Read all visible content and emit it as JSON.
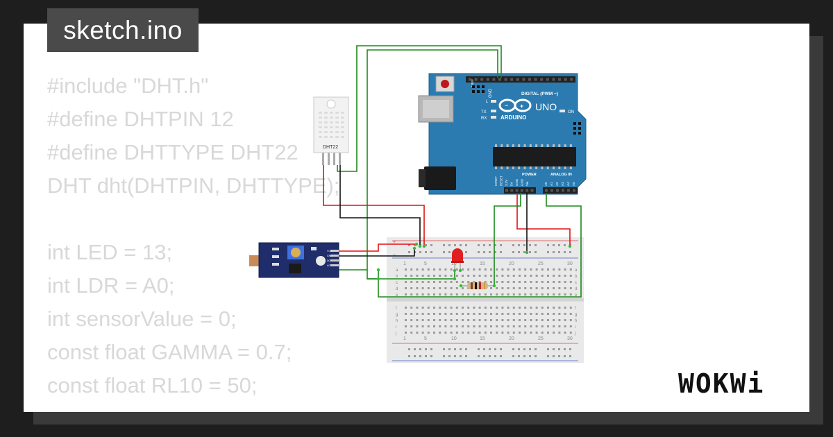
{
  "title": "sketch.ino",
  "code_lines": [
    "#include \"DHT.h\"",
    "#define DHTPIN 12",
    "#define DHTTYPE DHT22",
    "DHT dht(DHTPIN, DHTTYPE);",
    "",
    "int LED = 13;",
    "int LDR = A0;",
    "int sensorValue = 0;",
    "const float GAMMA = 0.7;",
    "const float RL10 = 50;"
  ],
  "sensor": {
    "label": "DHT22"
  },
  "arduino": {
    "model": "UNO",
    "brand": "ARDUINO",
    "digital_header": "DIGITAL (PWM ~)",
    "power_header": "POWER",
    "analog_header": "ANALOG IN",
    "led_labels": [
      "L",
      "TX",
      "RX"
    ],
    "on_label": "ON",
    "top_pins": [
      "AREF",
      "GND",
      "13",
      "12",
      "~11",
      "~10",
      "~9",
      "8",
      "7",
      "~6",
      "~5",
      "4",
      "~3",
      "2",
      "TX 1",
      "RX 0"
    ],
    "power_pins": [
      "IOREF",
      "RESET",
      "3.3V",
      "5V",
      "GND",
      "GND",
      "Vin"
    ],
    "analog_pins": [
      "A0",
      "A1",
      "A2",
      "A3",
      "A4",
      "A5"
    ]
  },
  "breadboard": {
    "column_numbers": [
      "1",
      "5",
      "10",
      "15",
      "20",
      "25",
      "30"
    ],
    "rows_top": [
      "a",
      "b",
      "c",
      "d",
      "e"
    ],
    "rows_bottom": [
      "f",
      "g",
      "h",
      "i",
      "j"
    ]
  },
  "ldr_module": {
    "pins": [
      "VCC",
      "GND",
      "DO",
      "AO"
    ]
  },
  "brand": "WOKWi",
  "colors": {
    "arduino_blue": "#2b7bb0",
    "wire_green": "#1a8a1a",
    "wire_red": "#e01010",
    "wire_black": "#111111",
    "led_red": "#e02020",
    "code_text": "#d8d8d8"
  }
}
